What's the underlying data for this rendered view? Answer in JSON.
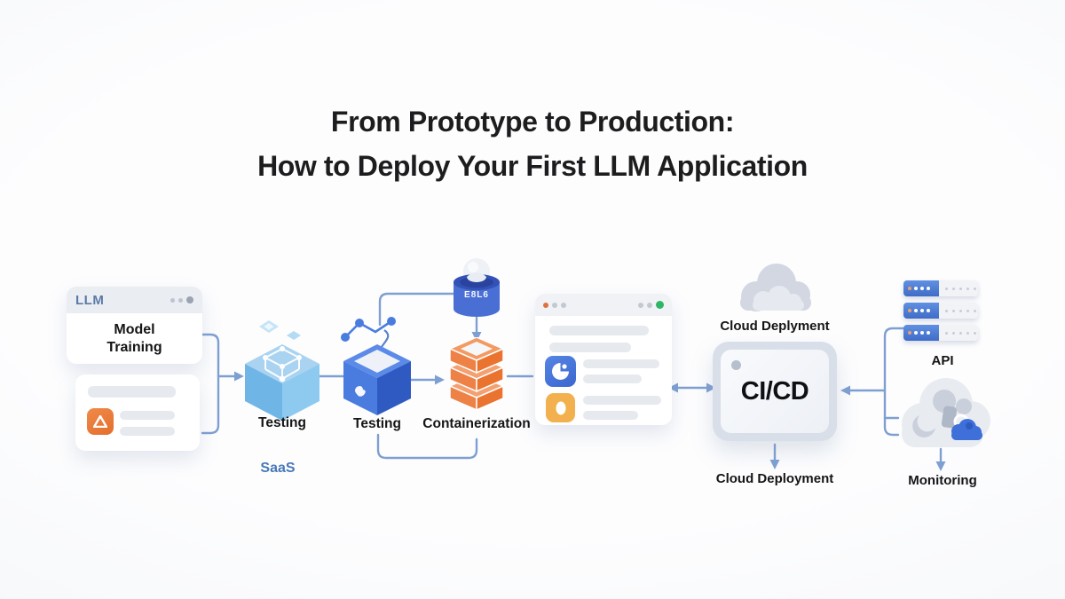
{
  "title": {
    "line1": "From Prototype to Production:",
    "line2": "How to Deploy Your First LLM Application"
  },
  "llm_window": {
    "header_label": "LLM",
    "title": "Model Training"
  },
  "labels": {
    "testing1": "Testing",
    "saas": "SaaS",
    "testing2": "Testing",
    "containerization": "Containerization",
    "database_garbled": "E8L6",
    "cloud_top": "Cloud Deplyment",
    "cicd": "CI/CD",
    "cloud_bottom": "Cloud Deployment",
    "api": "API",
    "monitoring": "Monitoring"
  },
  "icons": [
    "window-dots-icon",
    "triangle-badge-icon",
    "wireframe-cube-icon",
    "package-box-icon",
    "node-graph-icon",
    "container-stack-icon",
    "database-cylinder-icon",
    "bulb-sphere-icon",
    "pie-chart-icon",
    "dot-badge-icon",
    "cloud-icon",
    "server-rack-icon",
    "monitoring-cloud-icon",
    "magnifier-ring-icon",
    "arrow-connectors"
  ],
  "colors": {
    "background": "#fbfcfd",
    "title_text": "#1d1d1f",
    "connector_blue": "#7e9fd2",
    "accent_blue": "#4a7ce0",
    "light_cube_blue": "#a9d3f0",
    "container_orange": "#ee8246",
    "badge_orange": "#ed7d3a",
    "badge_yellow": "#f2b14e",
    "green_dot": "#2fb566",
    "cloud_gray": "#d4d9e3",
    "llm_header_text": "#5b7aa8",
    "saas_text": "#4779b8"
  }
}
